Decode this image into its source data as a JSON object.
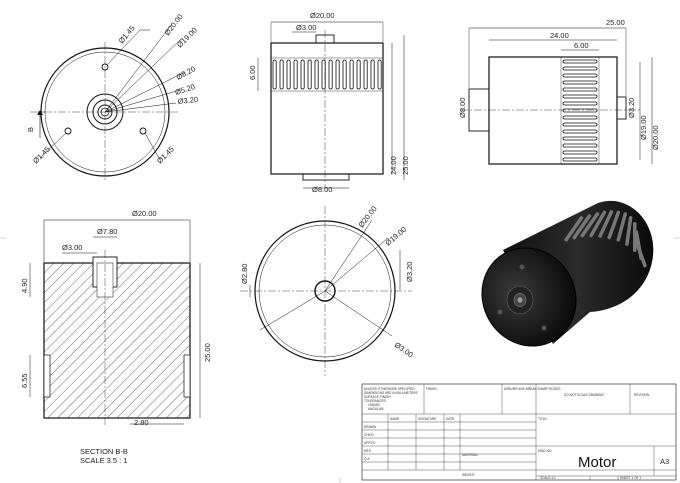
{
  "drawing": {
    "views": {
      "front": {
        "dims": {
          "d145_top": "Ø1.45",
          "d20": "Ø20.00",
          "d19": "Ø19.00",
          "d82": "Ø8.20",
          "d52": "Ø5.20",
          "d32": "Ø3.20",
          "d145_left": "Ø1.45",
          "d145_right": "Ø1.45"
        },
        "section_marker": "B"
      },
      "top": {
        "dims": {
          "d20": "Ø20.00",
          "d3": "Ø3.00",
          "h6": "6.00",
          "h24": "24.00",
          "h25": "25.00",
          "d8": "Ø8.00"
        }
      },
      "side": {
        "dims": {
          "w25": "25.00",
          "w24": "24.00",
          "w6": "6.00",
          "d8": "Ø8.00",
          "d32": "Ø3.20",
          "d19": "Ø19.00",
          "d20": "Ø20.00"
        }
      },
      "section": {
        "dims": {
          "d20": "Ø20.00",
          "d78": "Ø7.80",
          "d3": "Ø3.00",
          "h49": "4.90",
          "h25": "25.00",
          "h655": "6.55",
          "w28": "2.80"
        },
        "title": "SECTION B-B",
        "scale": "SCALE 3.5 : 1"
      },
      "bottom": {
        "dims": {
          "d20": "Ø20.00",
          "d19": "Ø19.00",
          "d32": "Ø3.20",
          "d28": "Ø2.80",
          "d3": "Ø3.00"
        }
      }
    },
    "title_block": {
      "unless": "UNLESS OTHERWISE SPECIFIED:",
      "dims_mm": "DIMENSIONS ARE IN MILLIMETERS",
      "surface": "SURFACE FINISH:",
      "tol": "TOLERANCES:",
      "linear": "LINEAR:",
      "angular": "ANGULAR:",
      "finish": "FINISH:",
      "deburr": "DEBURR AND BREAK SHARP EDGES",
      "no_scale": "DO NOT SCALE DRAWING",
      "revision": "REVISION",
      "col_name": "NAME",
      "col_sig": "SIGNATURE",
      "col_date": "DATE",
      "title_lbl": "TITLE:",
      "rows": [
        "DRAWN",
        "CHK'D",
        "APPV'D",
        "MFG",
        "Q.A"
      ],
      "material": "MATERIAL:",
      "dwg_no": "DWG NO.",
      "part_name": "Motor",
      "size": "A3",
      "weight": "WEIGHT:",
      "scale": "SCALE:1:1",
      "sheet": "SHEET 1 OF 1"
    }
  }
}
